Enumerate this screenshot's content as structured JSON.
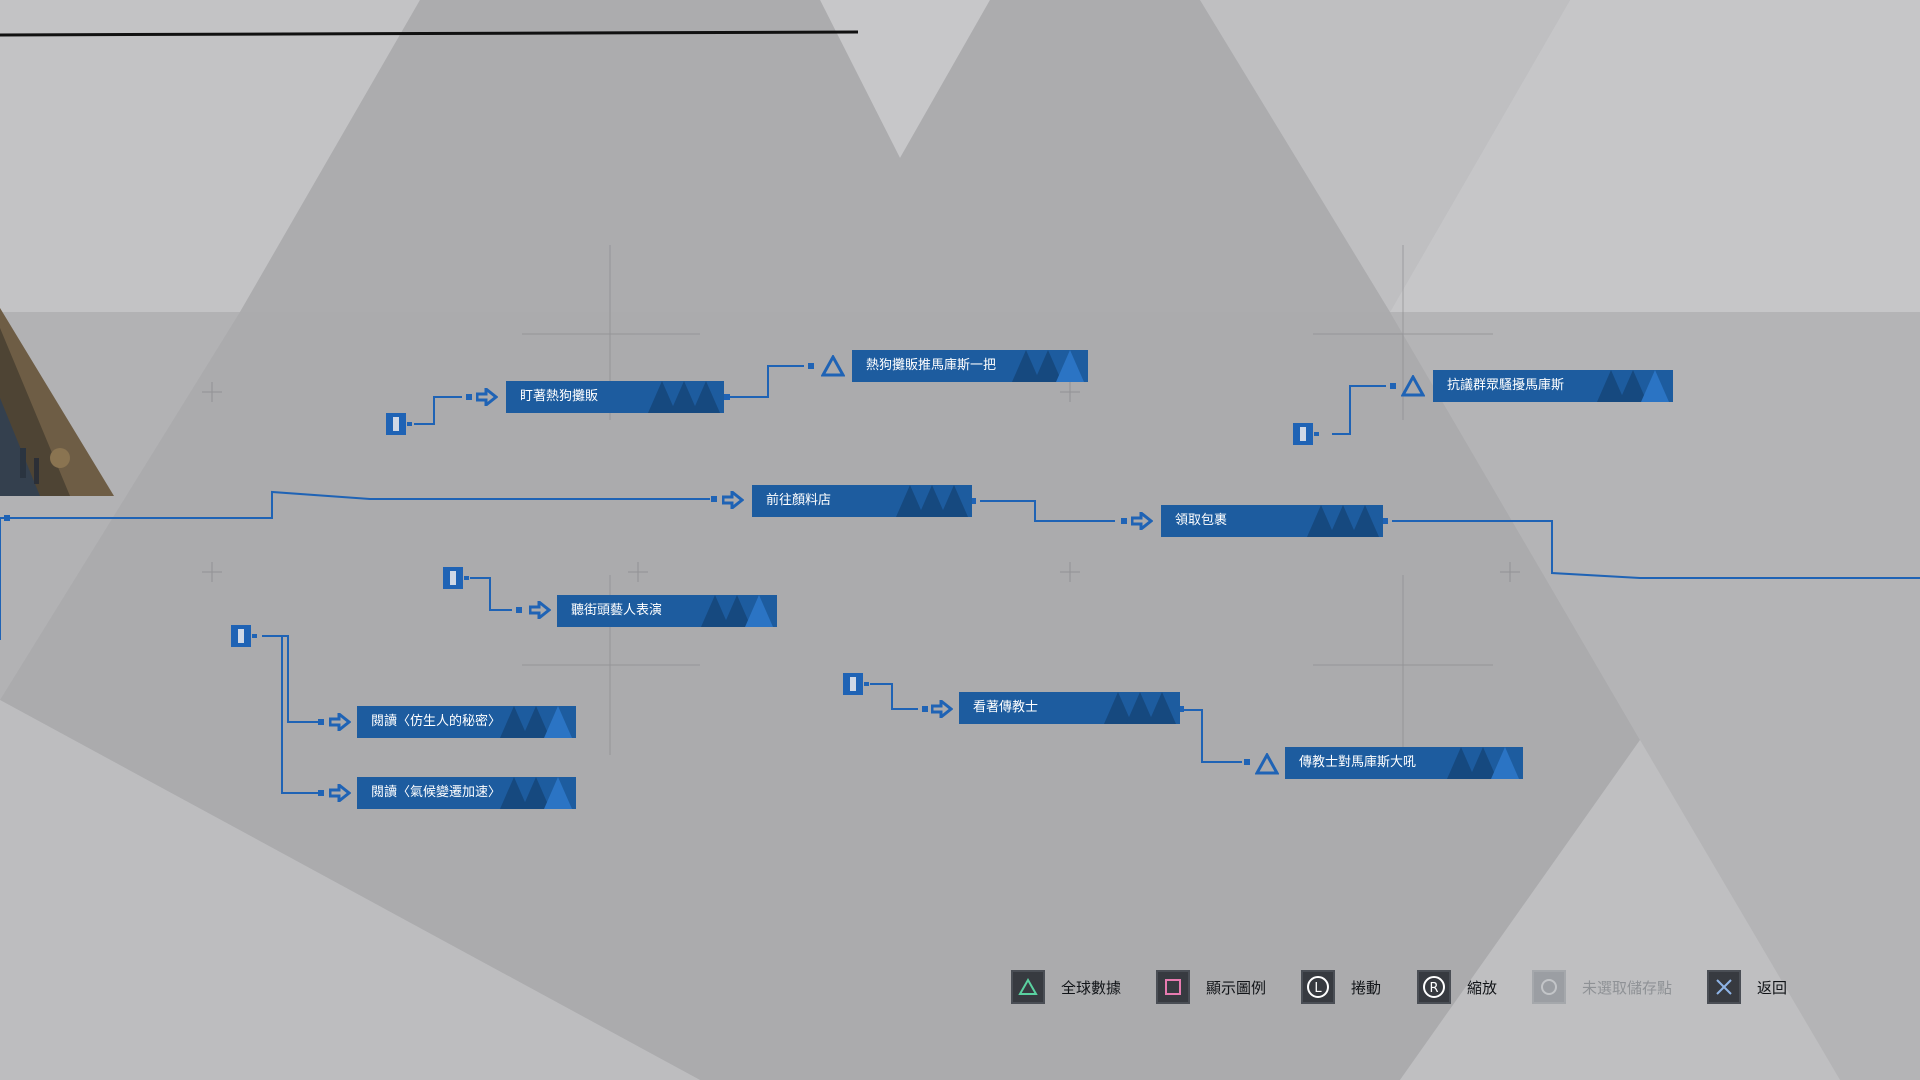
{
  "colors": {
    "accent": "#1d5c9f",
    "accent_dark": "#184f8c",
    "line": "#1f63b5",
    "background": "#b9b9bb"
  },
  "nodes": {
    "stare_hotdog": {
      "label": "盯著熱狗攤販",
      "icon": "arrow-icon"
    },
    "hotdog_push": {
      "label": "熱狗攤販推馬庫斯一把",
      "icon": "triangle-icon"
    },
    "go_paint_store": {
      "label": "前往顏料店",
      "icon": "arrow-icon"
    },
    "protest_harass": {
      "label": "抗議群眾騷擾馬庫斯",
      "icon": "triangle-icon"
    },
    "get_package": {
      "label": "領取包裹",
      "icon": "arrow-icon"
    },
    "listen_busker": {
      "label": "聽街頭藝人表演",
      "icon": "arrow-icon"
    },
    "read_android_secret": {
      "label": "閱讀〈仿生人的秘密〉",
      "icon": "arrow-icon"
    },
    "read_climate": {
      "label": "閱讀〈氣候變遷加速〉",
      "icon": "arrow-icon"
    },
    "watch_preacher": {
      "label": "看著傳教士",
      "icon": "arrow-icon"
    },
    "preacher_yell": {
      "label": "傳教士對馬庫斯大吼",
      "icon": "triangle-icon"
    }
  },
  "legend": [
    {
      "button": "triangle-button",
      "label": "全球數據",
      "enabled": true
    },
    {
      "button": "square-button",
      "label": "顯示圖例",
      "enabled": true
    },
    {
      "button": "left-stick-button",
      "glyph": "L",
      "label": "捲動",
      "enabled": true
    },
    {
      "button": "right-stick-button",
      "glyph": "R",
      "label": "縮放",
      "enabled": true
    },
    {
      "button": "circle-button",
      "label": "未選取儲存點",
      "enabled": false
    },
    {
      "button": "cross-button",
      "label": "返回",
      "enabled": true
    }
  ]
}
